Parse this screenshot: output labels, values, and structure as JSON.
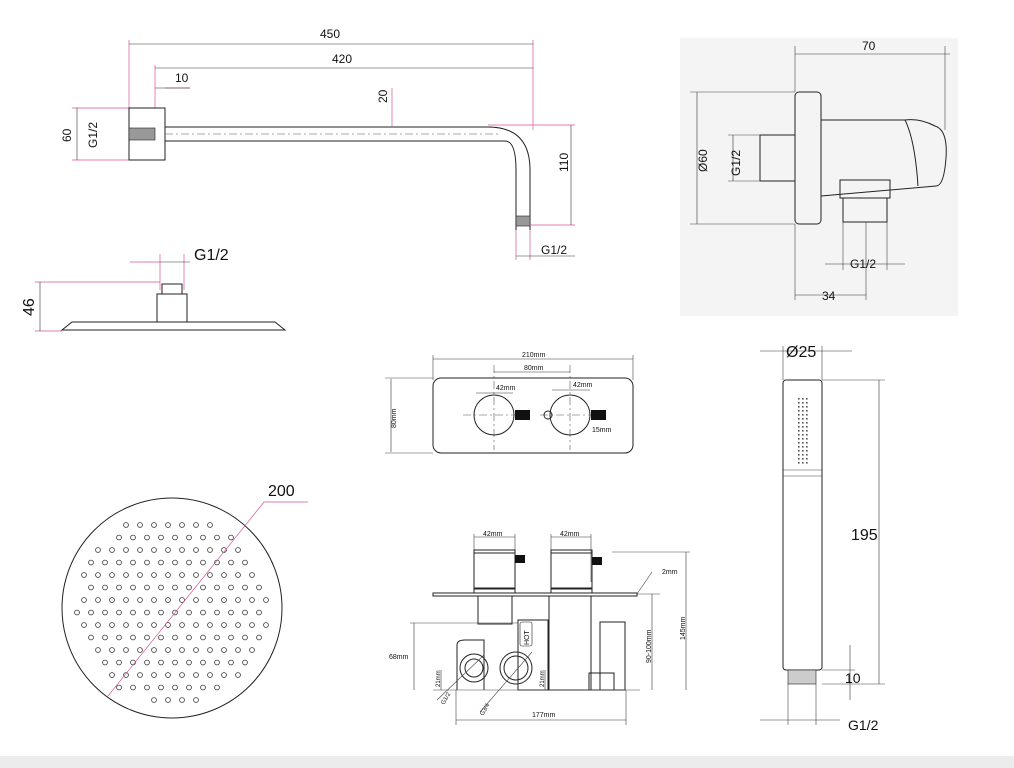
{
  "shower_arm": {
    "len_total": "450",
    "len_arm": "420",
    "flange": "10",
    "pipe_dia": "20",
    "flange_height": "60",
    "wall_thread": "G1/2",
    "drop": "110",
    "outlet_thread": "G1/2"
  },
  "head_side": {
    "thread": "G1/2",
    "height": "46"
  },
  "wall_outlet": {
    "depth": "70",
    "diameter": "Ø60",
    "inlet_thread": "G1/2",
    "outlet_thread": "G1/2",
    "outlet_offset": "34"
  },
  "control_plate": {
    "width": "210mm",
    "spacing": "80mm",
    "knob_left": "42mm",
    "knob_right": "42mm",
    "height": "80mm",
    "lever": "15mm"
  },
  "handset": {
    "diameter": "Ø25",
    "length": "195",
    "thread_len": "10",
    "thread": "G1/2"
  },
  "head_top": {
    "diameter": "200"
  },
  "valve": {
    "knob_left": "42mm",
    "knob_right": "42mm",
    "plate": "2mm",
    "total_depth": "145mm",
    "wall_depth": "90-100mm",
    "body_height": "68mm",
    "inlet_offset_left": "21mm",
    "inlet_offset_right": "21mm",
    "hot_label": "HOT",
    "cold_thread": "G1/2",
    "hot_thread": "G3/4",
    "body_width": "177mm"
  }
}
